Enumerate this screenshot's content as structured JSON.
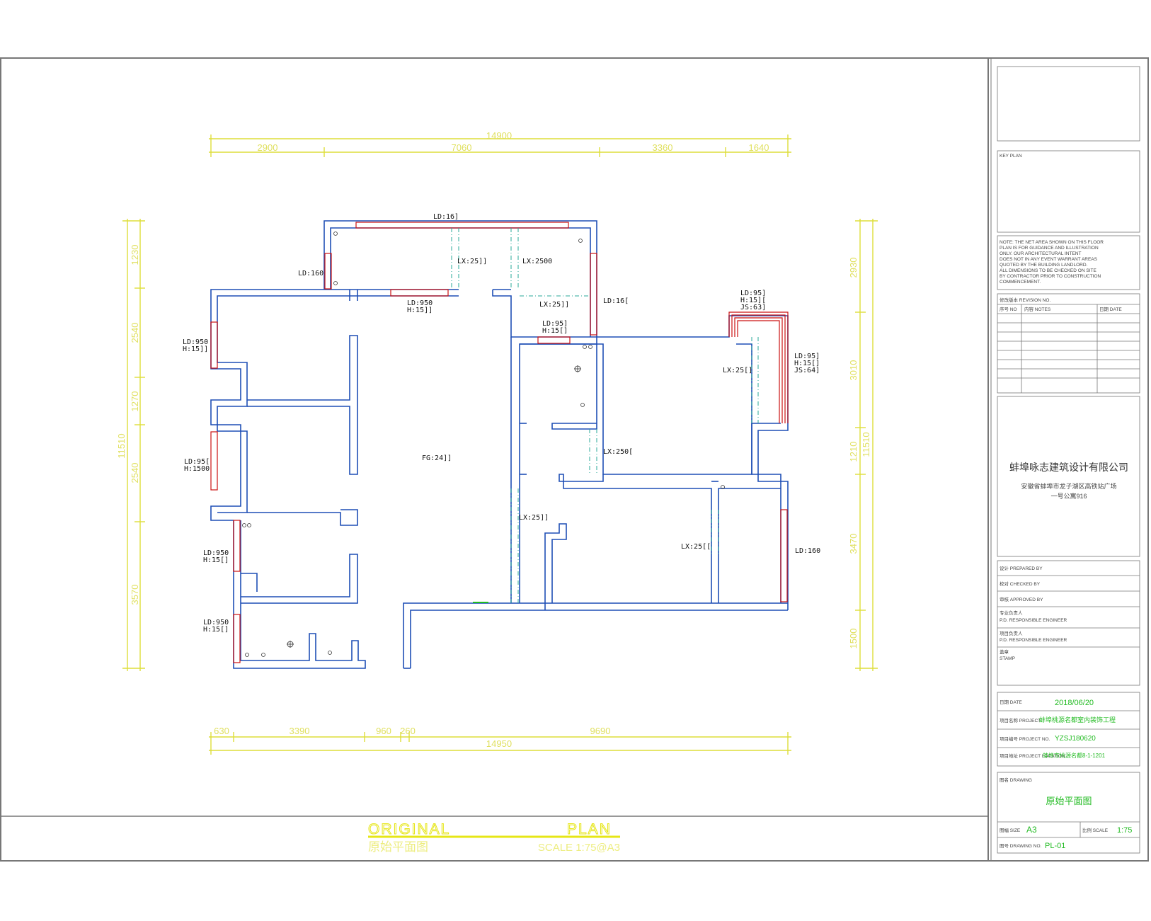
{
  "colors": {
    "wall": "#1f4fb5",
    "window": "#cc1111",
    "dim": "#dede3a",
    "door": "#2aa99a",
    "green": "#22bb22",
    "frame": "#777777"
  },
  "dimensions": {
    "top": {
      "total": "14900",
      "segments": [
        "2900",
        "7060",
        "3360",
        "1640"
      ]
    },
    "bottom": {
      "total": "14950",
      "segments": [
        "630",
        "3390",
        "960",
        "260",
        "9690"
      ]
    },
    "left": {
      "total": "11510",
      "segments": [
        "1230",
        "2540",
        "1270",
        "2540",
        "3570"
      ]
    },
    "right": {
      "total": "11510",
      "segments": [
        "2930",
        "3010",
        "1210",
        "3470",
        "1500"
      ]
    }
  },
  "plan_labels": {
    "ld_top": "LD:16]",
    "ld_left_upper": "LD:160",
    "ld_center_top": "LD:950",
    "h_center_top": "H:15]]",
    "lx_1": "LX:25]]",
    "lx_2": "LX:2500",
    "lx_3": "LX:25]]",
    "ld_right_top": "LD:16[",
    "ld_small": "LD:95]",
    "h_small": "H:15[]",
    "ld_bay": "LD:95]",
    "h_bay": "H:15][",
    "js_bay": "JS:63]",
    "ld_bay_side": "LD:95]",
    "h_bay_side": "H:15[]",
    "js_bay_side": "JS:64]",
    "lx_bed1": "LX:25[]",
    "ld_l1": "LD:950",
    "h_l1": "H:15]]",
    "ld_l2": "LD:95[",
    "h_l2": "H:1500",
    "fg": "FG:24]]",
    "lx_bed2": "LX:250[",
    "lx_hall": "LX:25]]",
    "lx_bed3": "LX:25[[",
    "ld_right_low": "LD:160",
    "ld_l3": "LD:950",
    "h_l3": "H:15[]",
    "ld_l4": "LD:950",
    "h_l4": "H:15[]"
  },
  "title_block": {
    "key_plan": "KEY PLAN",
    "notes": [
      "NOTE: THE NET AREA SHOWN ON THIS FLOOR",
      "PLAN IS FOR GUIDANCE AND ILLUSTRATION",
      "ONLY. OUR ARCHITECTURAL INTENT",
      "DOES NOT IN ANY EVENT WARRANT AREAS",
      "QUOTED BY THE BUILDING LANDLORD.",
      "ALL DIMENSIONS TO BE CHECKED ON SITE",
      "BY CONTRACTOR PRIOR TO CONSTRUCTION",
      "COMMENCEMENT."
    ],
    "revision_head": "修改版本 REVISION NO.",
    "col_no": "序号 NO",
    "col_notes": "内容 NOTES",
    "col_date": "日期 DATE",
    "company": "蚌埠咏志建筑设计有限公司",
    "address_1": "安徽省蚌埠市龙子湖区高铁站广场",
    "address_2": "一号公寓916",
    "prepared": "设计 PREPARED BY",
    "checked": "校对 CHECKED BY",
    "approved": "审核 APPROVED BY",
    "resp_1a": "专业负责人",
    "resp_1b": "P.D. RESPONSIBLE ENGINEER",
    "resp_2a": "项目负责人",
    "resp_2b": "P.D. RESPONSIBLE ENGINEER",
    "stamp_a": "盖章",
    "stamp_b": "STAMP",
    "date_label": "日期 DATE",
    "date_value": "2018/06/20",
    "project_label": "项目名称 PROJECT",
    "project_value": "蚌埠桃源名都室内装饰工程",
    "project_no_label": "项目编号 PROJECT NO.",
    "project_no_value": "YZSJ180620",
    "location_label": "项目地址 PROJECT LOCATION",
    "location_value": "蚌埠市桃源名都8-1-1201",
    "drawing_label": "图名 DRAWING",
    "drawing_value": "原始平面图",
    "size_label": "图幅 SIZE",
    "size_value": "A3",
    "scale_label": "比例 SCALE",
    "scale_value": "1:75",
    "drawing_no_label": "图号 DRAWING NO.",
    "drawing_no_value": "PL-01"
  },
  "footer": {
    "title_left": "ORIGINAL",
    "title_right": "PLAN",
    "subtitle": "原始平面图",
    "scale": "SCALE  1:75@A3"
  }
}
